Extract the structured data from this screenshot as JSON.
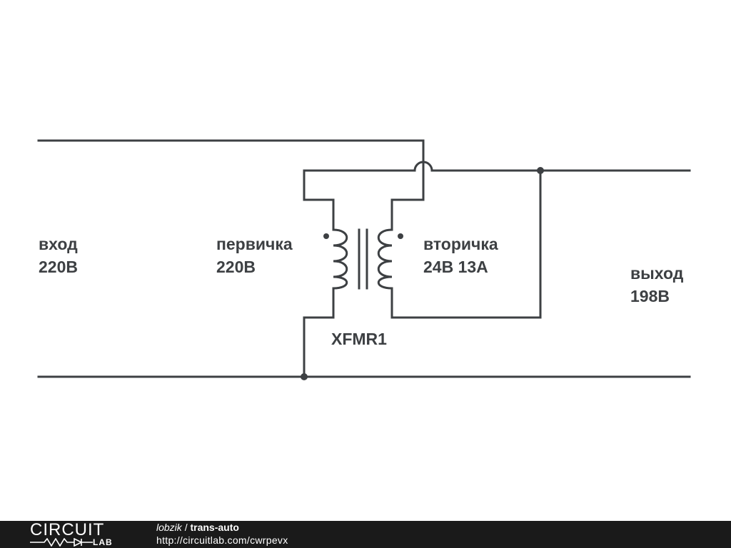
{
  "schematic": {
    "input_label": "вход",
    "input_voltage": "220В",
    "primary_label": "первичка",
    "primary_voltage": "220В",
    "secondary_label": "вторичка",
    "secondary_rating": "24В 13А",
    "output_label": "выход",
    "output_voltage": "198В",
    "transformer_ref": "XFMR1",
    "wire_color": "#3d4043"
  },
  "footer": {
    "logo_top": "CIRCUIT",
    "logo_bottom": "LAB",
    "author": "lobzik",
    "separator": "/",
    "project": "trans-auto",
    "url": "http://circuitlab.com/cwrpevx",
    "background": "#1a1a1a"
  }
}
